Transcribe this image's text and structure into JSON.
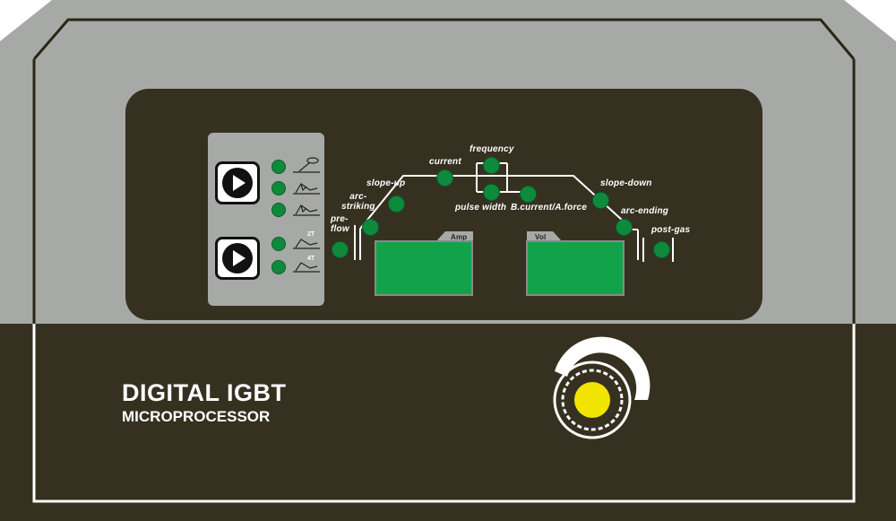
{
  "colors": {
    "casing_grey": "#a7a9a6",
    "panel_dark": "#363020",
    "lower_body": "#363020",
    "led_green": "#0e8a3d",
    "display_green": "#12a34a",
    "knob_yellow": "#f0e400"
  },
  "mode_buttons": [
    {
      "icon": "play-icon",
      "leds": [
        {
          "icon": "tig-torch-icon"
        },
        {
          "icon": "hf-tig-torch-icon"
        },
        {
          "icon": "pulse-tig-torch-icon"
        }
      ]
    },
    {
      "icon": "play-icon",
      "leds": [
        {
          "icon": "trigger-2t-icon",
          "label": "2T"
        },
        {
          "icon": "trigger-4t-icon",
          "label": "4T"
        }
      ]
    }
  ],
  "sequence_labels": {
    "pre_flow": "pre-\nflow",
    "arc_striking": "arc-\nstriking",
    "slope_up": "slope-up",
    "current": "current",
    "frequency": "frequency",
    "pulse_width": "pulse width",
    "b_current": "B.current/A.force",
    "slope_down": "slope-down",
    "arc_ending": "arc-ending",
    "post_gas": "post-gas"
  },
  "displays": {
    "amp_label": "Amp",
    "vol_label": "Vol"
  },
  "brand": {
    "line1": "DIGITAL IGBT",
    "line2": "MICROPROCESSOR"
  },
  "knob": {
    "icon": "adjust-knob-icon"
  }
}
